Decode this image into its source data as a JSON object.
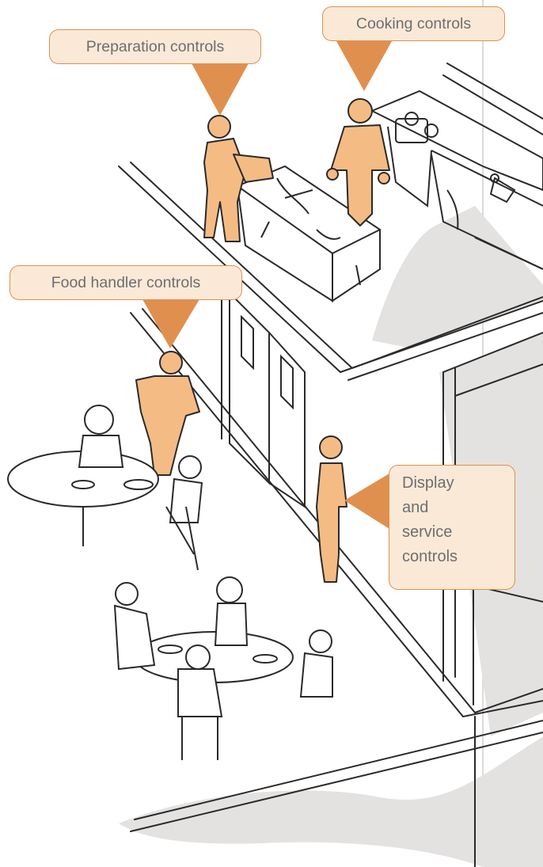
{
  "callouts": {
    "preparation": "Preparation controls",
    "cooking": "Cooking controls",
    "food_handler": "Food handler controls",
    "display_lines": [
      "Display",
      "and",
      "service",
      "controls"
    ]
  },
  "colors": {
    "accent_orange": "#e0904e",
    "figure_fill": "#f4bc84",
    "callout_fill": "#fbe9d8",
    "floor_shadow": "#e4e2e1",
    "line": "#2a2a2a",
    "text": "#6e6e6e"
  }
}
